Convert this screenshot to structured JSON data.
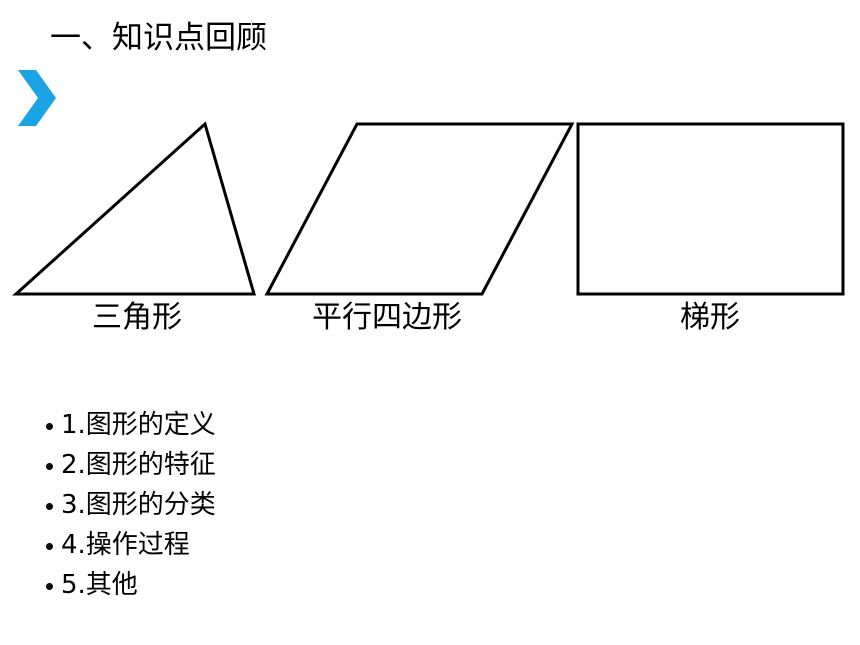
{
  "slide": {
    "title": "一、知识点回顾",
    "marker_icon": "chevron-right-icon",
    "accent_color": "#1BA4E3"
  },
  "shapes": [
    {
      "name": "triangle",
      "label": "三角形"
    },
    {
      "name": "parallelogram",
      "label": "平行四边形"
    },
    {
      "name": "trapezoid",
      "label": "梯形"
    }
  ],
  "points": {
    "items": [
      {
        "text": "1.图形的定义"
      },
      {
        "text": "2.图形的特征"
      },
      {
        "text": "3.图形的分类"
      },
      {
        "text": "4.操作过程"
      },
      {
        "text": "5.其他"
      }
    ]
  }
}
